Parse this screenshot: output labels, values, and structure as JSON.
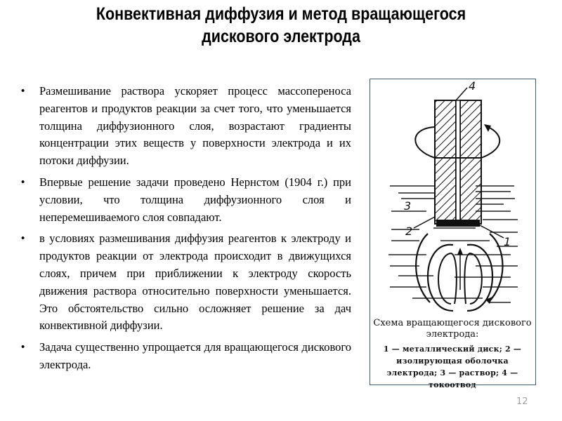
{
  "slide": {
    "title_line1": "Конвективная диффузия и метод вращающегося",
    "title_line2": "дискового электрода",
    "bullets": [
      "Размешивание раствора ускоряет процесс массопереноса реагентов и продуктов реакции за счет того, что уменьшается толщина диффузионного слоя, возрастают градиенты концентрации этих веществ у поверхности электрода и их потоки диффузии.",
      "Впервые решение задачи проведено Нернстом (1904 г.) при условии, что толщина диффузионного слоя и неперемешиваемого слоя совпадают.",
      "в условиях размешивания диффузия реагентов к электроду и продуктов реакции от электрода происходит в движущихся слоях, причем при приближении к электроду скорость движения раствора относительно поверхности уменьшается. Это обстоятельство сильно осложняет решение за дач конвективной диффузии.",
      "Задача существенно упрощается для вращающегося дискового электрода."
    ],
    "bullet_symbol": "•",
    "page_number": "12"
  },
  "figure": {
    "labels": {
      "l1": "1",
      "l2": "2",
      "l3": "3",
      "l4": "4"
    },
    "caption_title": "Схема вращающегося дискового электрода:",
    "caption_legend": "1 — металлический диск; 2 — изолирующая оболочка электрода; 3 — раствор; 4 — токоотвод",
    "border_color": "#3f5a73"
  }
}
